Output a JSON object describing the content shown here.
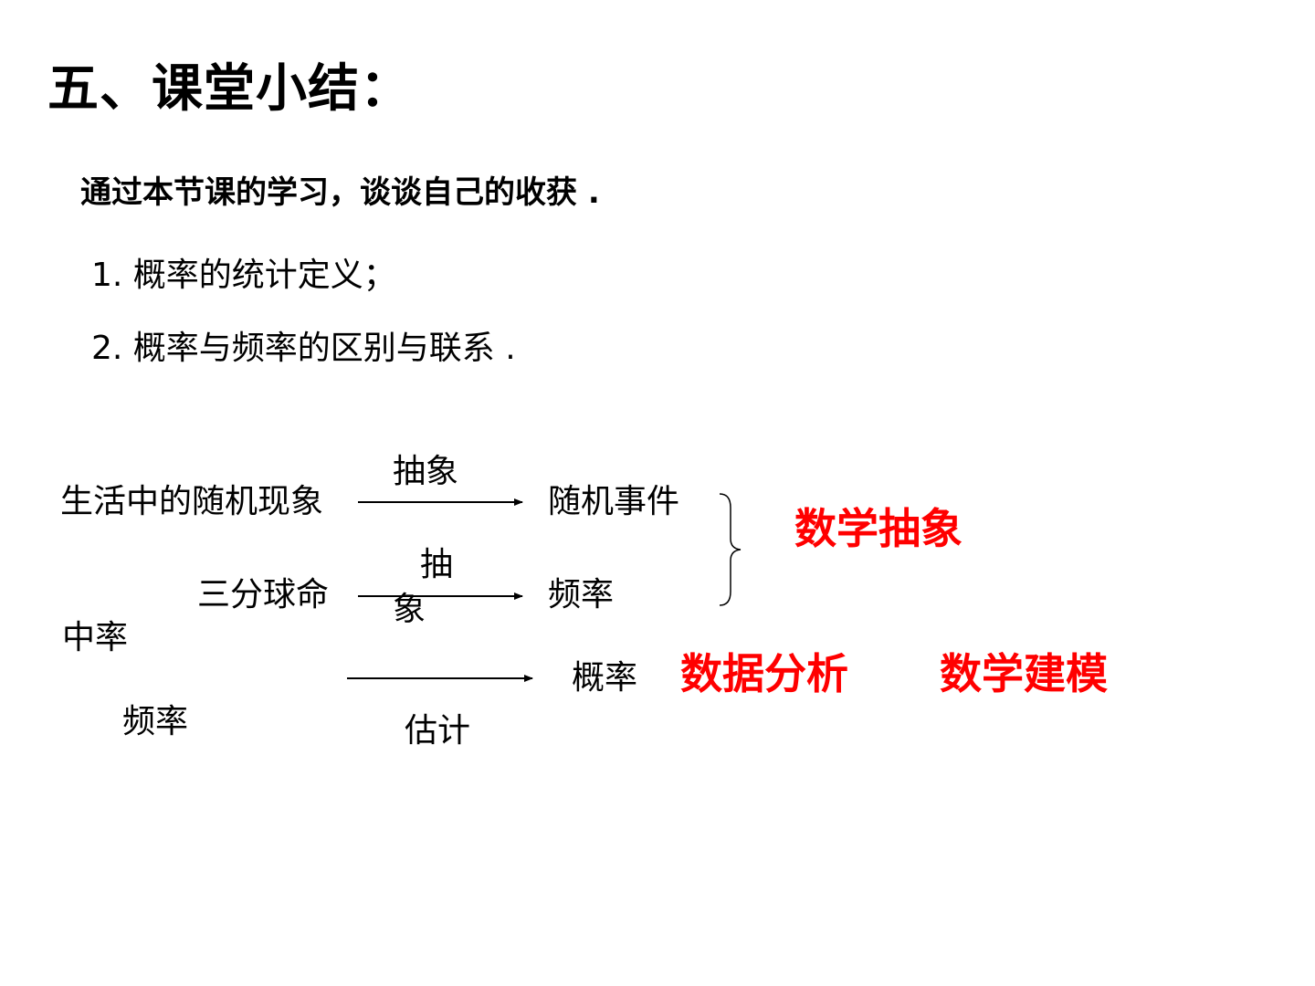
{
  "slide": {
    "title": "五、课堂小结：",
    "subtitle": "通过本节课的学习，谈谈自己的收获 .",
    "points": [
      "1. 概率的统计定义；",
      "2. 概率与频率的区别与联系 ."
    ]
  },
  "diagram": {
    "row1_left": "生活中的随机现象",
    "row1_arrow_label": "抽象",
    "row1_right": "随机事件",
    "row2_left_a": "三分球命",
    "row2_left_b": "中率",
    "row2_arrow_label_a": "抽",
    "row2_arrow_label_b": "象",
    "row2_right": "频率",
    "row3_left": "频率",
    "row3_arrow_label": "估计",
    "row3_right": "概率",
    "brace_label": "数学抽象",
    "label_data_analysis": "数据分析",
    "label_math_modeling": "数学建模",
    "accent_color": "#ff0000"
  }
}
